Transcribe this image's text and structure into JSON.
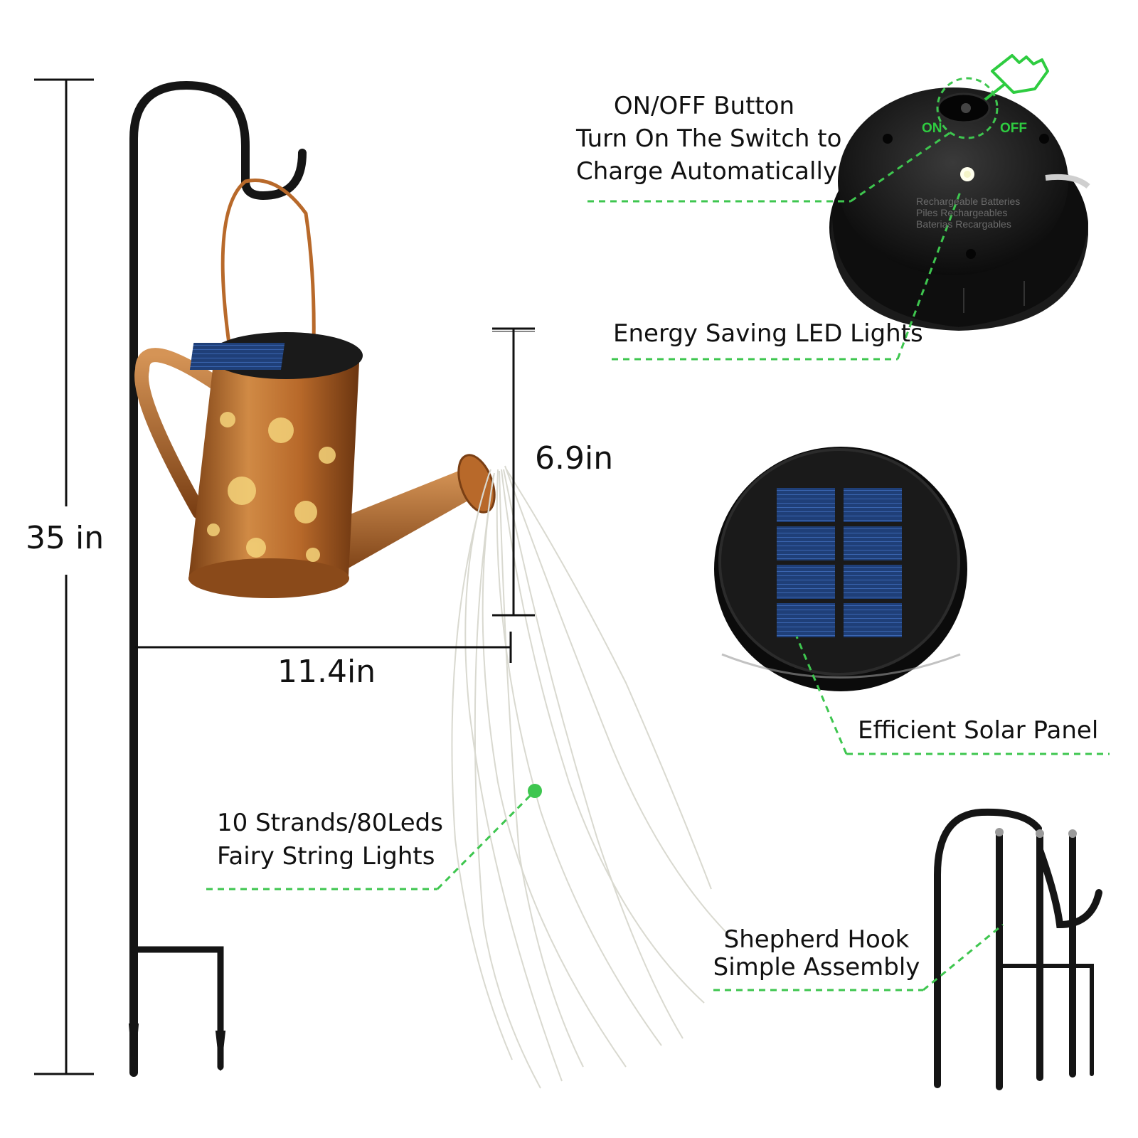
{
  "dimensions": {
    "height": "35 in",
    "width": "11.4in",
    "drop": "6.9in"
  },
  "callouts": {
    "switch": {
      "line1": "ON/OFF Button",
      "line2": "Turn On The Switch to",
      "line3": "Charge Automatically"
    },
    "led": "Energy Saving LED Lights",
    "solar": "Efficient Solar Panel",
    "strands": {
      "line1": "10 Strands/80Leds",
      "line2": "Fairy String Lights"
    },
    "hook": {
      "line1": "Shepherd Hook",
      "line2": "Simple Assembly"
    }
  },
  "device_labels": {
    "on": "ON",
    "off": "OFF",
    "battery_line1": "Rechargeable  Batteries",
    "battery_line2": "Piles  Rechargeables",
    "battery_line3": "Baterias  Recargables"
  },
  "colors": {
    "accent_green": "#3ec64f",
    "copper": "#b8692a",
    "hook_black": "#151515",
    "panel_blue": "#1f3f78"
  },
  "icons": [
    "hand-pointer-icon"
  ]
}
